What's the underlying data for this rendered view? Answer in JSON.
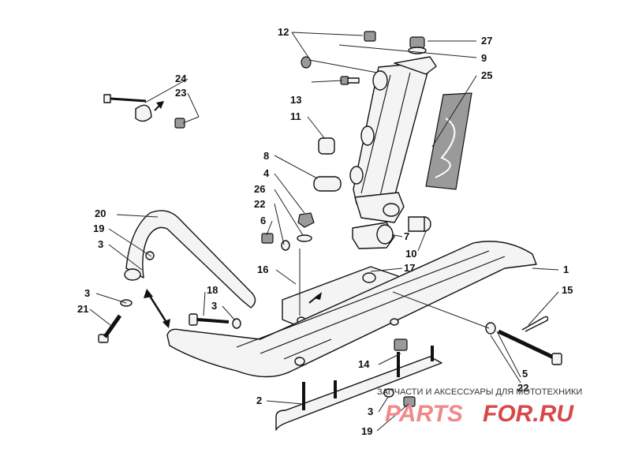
{
  "callouts": {
    "c1": "1",
    "c2": "2",
    "c3a": "3",
    "c3b": "3",
    "c3c": "3",
    "c3d": "3",
    "c4": "4",
    "c5": "5",
    "c6": "6",
    "c7": "7",
    "c8": "8",
    "c9": "9",
    "c10": "10",
    "c11": "11",
    "c12": "12",
    "c13": "13",
    "c14": "14",
    "c15": "15",
    "c16": "16",
    "c17": "17",
    "c18": "18",
    "c19a": "19",
    "c19b": "19",
    "c20": "20",
    "c21": "21",
    "c22a": "22",
    "c22b": "22",
    "c23": "23",
    "c24": "24",
    "c25": "25",
    "c26": "26",
    "c27": "27"
  },
  "watermark": {
    "caption": "ЗАПЧАСТИ И АКСЕССУАРЫ ДЛЯ МОТОТЕХНИКИ",
    "logo_left": "PARTS",
    "logo_right": "FOR.RU"
  },
  "colors": {
    "line": "#111111",
    "watermark_red": "#d84848",
    "watermark_pink": "#f08a8a"
  }
}
